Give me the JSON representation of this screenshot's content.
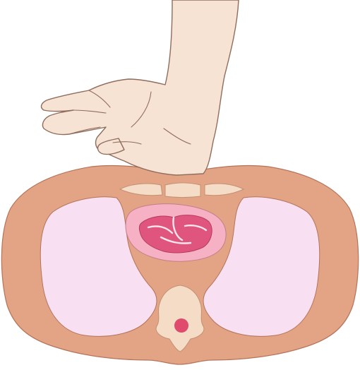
{
  "illustration": {
    "subject": "cpr-chest-compression-cross-section",
    "colors": {
      "background": "#ffffff",
      "outline": "#b5735a",
      "skin_hand": "#f7e3d3",
      "hand_outline": "#8f6d5e",
      "torso": "#e2a484",
      "lung": "#f9dff2",
      "heart_sac": "#f6b2c4",
      "heart": "#e0557e",
      "bone": "#f4dcc6",
      "vertebra_canal": "#e04a6c"
    },
    "parts": [
      "hand",
      "torso",
      "left-lung",
      "right-lung",
      "heart",
      "sternum",
      "spine"
    ]
  }
}
